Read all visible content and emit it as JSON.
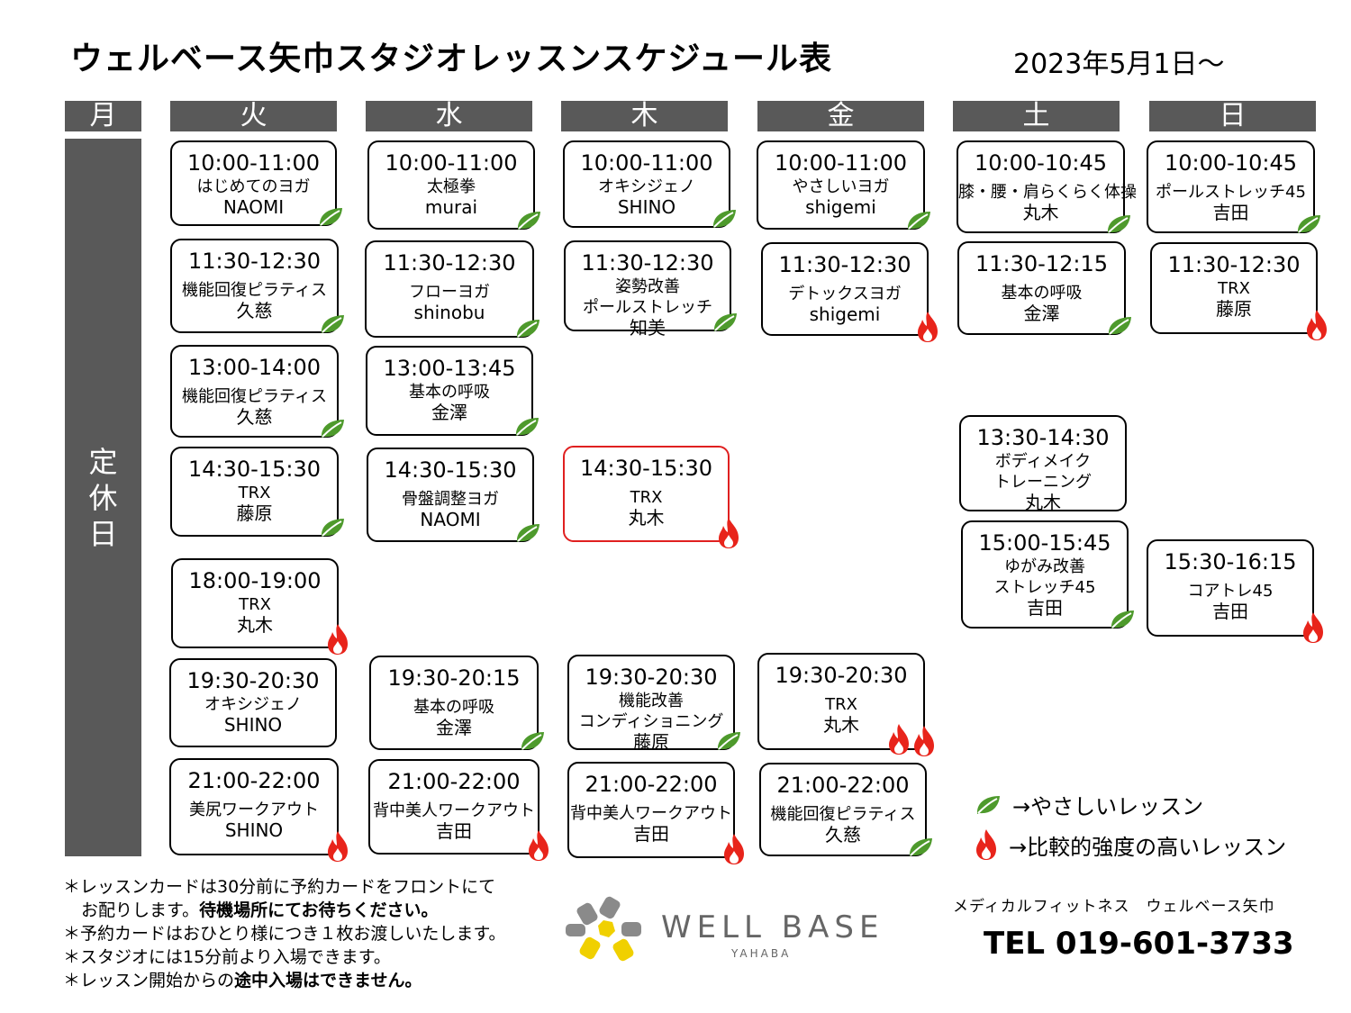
{
  "title": "ウェルベース矢巾スタジオレッスンスケジュール表",
  "date": "2023年5月1日～",
  "days": [
    "月",
    "火",
    "水",
    "木",
    "金",
    "土",
    "日"
  ],
  "closed_label": [
    "定",
    "休",
    "日"
  ],
  "lessons": [
    {
      "time": "10:00-11:00",
      "name": "はじめてのヨガ",
      "instructor": "NAOMI",
      "icon": "leaf"
    },
    {
      "time": "11:30-12:30",
      "name": "機能回復ピラティス",
      "instructor": "久慈",
      "icon": "leaf"
    },
    {
      "time": "13:00-14:00",
      "name": "機能回復ピラティス",
      "instructor": "久慈",
      "icon": "leaf"
    },
    {
      "time": "14:30-15:30",
      "name": "TRX",
      "instructor": "藤原",
      "icon": "leaf"
    },
    {
      "time": "18:00-19:00",
      "name": "TRX",
      "instructor": "丸木",
      "icon": "fire"
    },
    {
      "time": "19:30-20:30",
      "name": "オキシジェノ",
      "instructor": "SHINO",
      "icon": "none"
    },
    {
      "time": "21:00-22:00",
      "name": "美尻ワークアウト",
      "instructor": "SHINO",
      "icon": "fire"
    },
    {
      "time": "10:00-11:00",
      "name": "太極拳",
      "instructor": "murai",
      "icon": "leaf"
    },
    {
      "time": "11:30-12:30",
      "name": "フローヨガ",
      "instructor": "shinobu",
      "icon": "leaf"
    },
    {
      "time": "13:00-13:45",
      "name": "基本の呼吸",
      "instructor": "金澤",
      "icon": "leaf"
    },
    {
      "time": "14:30-15:30",
      "name": "骨盤調整ヨガ",
      "instructor": "NAOMI",
      "icon": "leaf"
    },
    {
      "time": "19:30-20:15",
      "name": "基本の呼吸",
      "instructor": "金澤",
      "icon": "leaf"
    },
    {
      "time": "21:00-22:00",
      "name": "背中美人ワークアウト",
      "instructor": "吉田",
      "icon": "fire"
    },
    {
      "time": "10:00-11:00",
      "name": "オキシジェノ",
      "instructor": "SHINO",
      "icon": "leaf"
    },
    {
      "time": "11:30-12:30",
      "name": "姿勢改善",
      "name2": "ポールストレッチ",
      "instructor": "知美",
      "icon": "leaf"
    },
    {
      "time": "14:30-15:30",
      "name": "TRX",
      "instructor": "丸木",
      "icon": "fire"
    },
    {
      "time": "19:30-20:30",
      "name": "機能改善",
      "name2": "コンディショニング",
      "instructor": "藤原",
      "icon": "leaf"
    },
    {
      "time": "21:00-22:00",
      "name": "背中美人ワークアウト",
      "instructor": "吉田",
      "icon": "fire"
    },
    {
      "time": "10:00-11:00",
      "name": "やさしいヨガ",
      "instructor": "shigemi",
      "icon": "leaf"
    },
    {
      "time": "11:30-12:30",
      "name": "デトックスヨガ",
      "instructor": "shigemi",
      "icon": "fire"
    },
    {
      "time": "19:30-20:30",
      "name": "TRX",
      "instructor": "丸木",
      "icon": "fire2"
    },
    {
      "time": "21:00-22:00",
      "name": "機能回復ピラティス",
      "instructor": "久慈",
      "icon": "leaf"
    },
    {
      "time": "10:00-10:45",
      "name": "膝・腰・肩らくらく体操",
      "instructor": "丸木",
      "icon": "leaf"
    },
    {
      "time": "11:30-12:15",
      "name": "基本の呼吸",
      "instructor": "金澤",
      "icon": "leaf"
    },
    {
      "time": "13:30-14:30",
      "name": "ボディメイク",
      "name2": "トレーニング",
      "instructor": "丸木",
      "icon": "none"
    },
    {
      "time": "15:00-15:45",
      "name": "ゆがみ改善",
      "name2": "ストレッチ45",
      "instructor": "吉田",
      "icon": "leaf"
    },
    {
      "time": "10:00-10:45",
      "name": "ポールストレッチ45",
      "instructor": "吉田",
      "icon": "leaf"
    },
    {
      "time": "11:30-12:30",
      "name": "TRX",
      "instructor": "藤原",
      "icon": "fire"
    },
    {
      "time": "15:30-16:15",
      "name": "コアトレ45",
      "instructor": "吉田",
      "icon": "fire"
    }
  ],
  "legend": {
    "leaf_label": "→やさしいレッスン",
    "fire_label": "→比較的強度の高いレッスン"
  },
  "notes": {
    "line1": "＊レッスンカードは30分前に予約カードをフロントにて",
    "line2a": "お配りします。",
    "line2b": "待機場所にてお待ちください。",
    "line3": "＊予約カードはおひとり様につき１枚お渡しいたします。",
    "line4": "＊スタジオには15分前より入場できます。",
    "line5a": "＊レッスン開始からの",
    "line5b": "途中入場はできません。"
  },
  "brand": {
    "name": "WELL BASE",
    "sub": "YAHABA"
  },
  "clinic_name": "メディカルフィットネス　ウェルベース矢巾",
  "tel": "TEL 019-601-3733",
  "colors": {
    "header_bg": "#595959",
    "leaf": "#4e9a2c",
    "fire": "#e8241b",
    "red_border": "#e02020",
    "logo_yellow": "#f0d000",
    "logo_grey": "#8a8a8a"
  }
}
